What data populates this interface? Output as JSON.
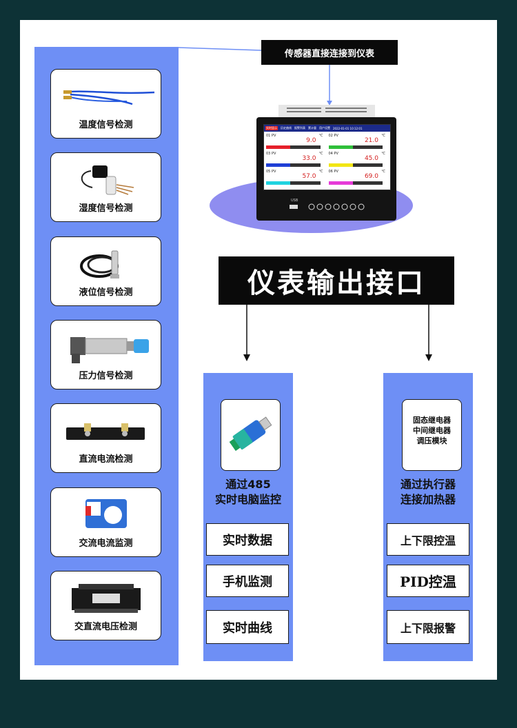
{
  "sensors": [
    {
      "label": "温度信号检测",
      "icon": "thermocouple-probe-icon"
    },
    {
      "label": "湿度信号检测",
      "icon": "humidity-sensor-icon"
    },
    {
      "label": "液位信号检测",
      "icon": "level-probe-icon"
    },
    {
      "label": "压力信号检测",
      "icon": "pressure-transmitter-icon"
    },
    {
      "label": "直流电流检测",
      "icon": "shunt-resistor-icon"
    },
    {
      "label": "交流电流监测",
      "icon": "current-transformer-icon"
    },
    {
      "label": "交直流电压检测",
      "icon": "voltage-transducer-icon"
    }
  ],
  "top_banner": "传感器直接连接到仪表",
  "device": {
    "menu": [
      "实时显示",
      "历史曲线",
      "报警列表",
      "累计量",
      "用户设置"
    ],
    "clock": "2022-01-01 10:12:01",
    "usb_label": "USB",
    "channels": [
      {
        "id": "01 PV",
        "unit": "℃",
        "value": "9.0",
        "bar_color": "#e5202a"
      },
      {
        "id": "02 PV",
        "unit": "℃",
        "value": "21.0",
        "bar_color": "#2fbf3a"
      },
      {
        "id": "03 PV",
        "unit": "℃",
        "value": "33.0",
        "bar_color": "#1f3fd6"
      },
      {
        "id": "04 PV",
        "unit": "℃",
        "value": "45.0",
        "bar_color": "#f2e614"
      },
      {
        "id": "05 PV",
        "unit": "℃",
        "value": "57.0",
        "bar_color": "#1fd3e0"
      },
      {
        "id": "06 PV",
        "unit": "℃",
        "value": "69.0",
        "bar_color": "#e63ad8"
      }
    ]
  },
  "title": "仪表输出接口",
  "left_panel": {
    "card_icon": "usb-485-converter-icon",
    "text_line1": "通过485",
    "text_line2": "实时电脑监控",
    "buttons": [
      "实时数据",
      "手机监测",
      "实时曲线"
    ]
  },
  "right_panel": {
    "relay_lines": [
      "固态继电器",
      "中间继电器",
      "调压模块"
    ],
    "text_line1": "通过执行器",
    "text_line2": "连接加热器",
    "buttons": [
      "上下限控温",
      "PID控温",
      "上下限报警"
    ]
  },
  "colors": {
    "background": "#0d3236",
    "panel_blue": "#6e8ff5",
    "ellipse": "#8f8df0",
    "banner": "#0a0a0a"
  }
}
